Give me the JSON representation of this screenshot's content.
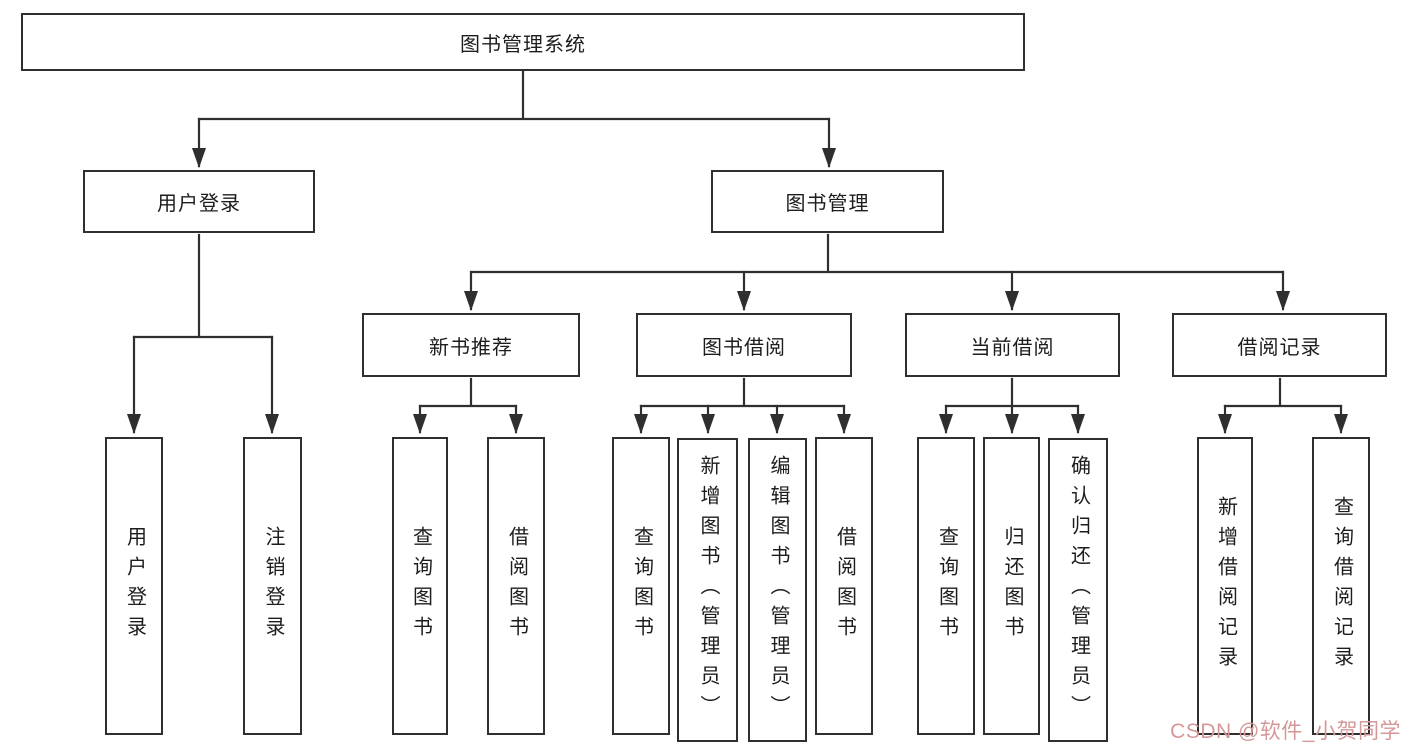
{
  "diagram": {
    "root": {
      "label": "图书管理系统"
    },
    "user_login": {
      "label": "用户登录",
      "children": {
        "login": {
          "label": "用户登录"
        },
        "logout": {
          "label": "注销登录"
        }
      }
    },
    "book_management": {
      "label": "图书管理",
      "sections": {
        "new_book_recommend": {
          "label": "新书推荐",
          "children": {
            "query_books": {
              "label": "查询图书"
            },
            "borrow_books": {
              "label": "借阅图书"
            }
          }
        },
        "book_borrow": {
          "label": "图书借阅",
          "children": {
            "query_books": {
              "label": "查询图书"
            },
            "add_books_admin": {
              "label": "新增图书（管理员）"
            },
            "edit_books_admin": {
              "label": "编辑图书（管理员）"
            },
            "borrow_books": {
              "label": "借阅图书"
            }
          }
        },
        "current_borrow": {
          "label": "当前借阅",
          "children": {
            "query_books": {
              "label": "查询图书"
            },
            "return_books": {
              "label": "归还图书"
            },
            "confirm_return_admin": {
              "label": "确认归还（管理员）"
            }
          }
        },
        "borrow_records": {
          "label": "借阅记录",
          "children": {
            "add_borrow_record": {
              "label": "新增借阅记录"
            },
            "query_borrow_record": {
              "label": "查询借阅记录"
            }
          }
        }
      }
    },
    "watermark": {
      "label": "CSDN @软件_小贺同学",
      "color": "#d59899"
    },
    "colors": {
      "line": "#2f2f2f",
      "text": "#1d1d1d",
      "background": "#ffffff"
    }
  }
}
